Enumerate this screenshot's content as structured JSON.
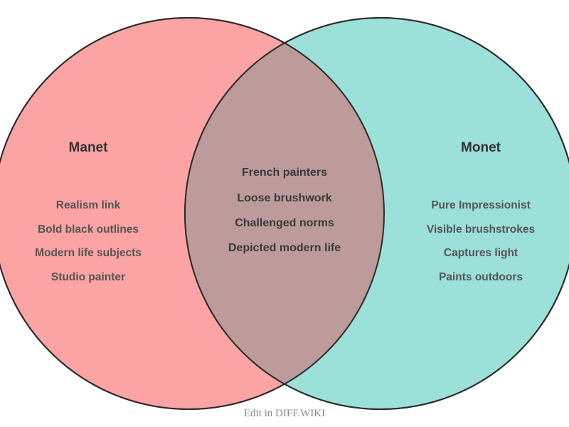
{
  "diagram": {
    "type": "venn",
    "background_color": "#ffffff",
    "outline_color": "#2b2b2b",
    "left_set": {
      "title": "Manet",
      "fill_color": "#fca3a3",
      "items": [
        "Realism link",
        "Bold black outlines",
        "Modern life subjects",
        "Studio painter"
      ]
    },
    "right_set": {
      "title": "Monet",
      "fill_color": "#9ce0da",
      "items": [
        "Pure Impressionist",
        "Visible brushstrokes",
        "Captures light",
        "Paints outdoors"
      ]
    },
    "intersection": {
      "fill_color": "#bd9b9b",
      "items": [
        "French painters",
        "Loose brushwork",
        "Challenged norms",
        "Depicted modern life"
      ]
    }
  },
  "footer": {
    "label": "Edit in DIFF.WIKI"
  }
}
